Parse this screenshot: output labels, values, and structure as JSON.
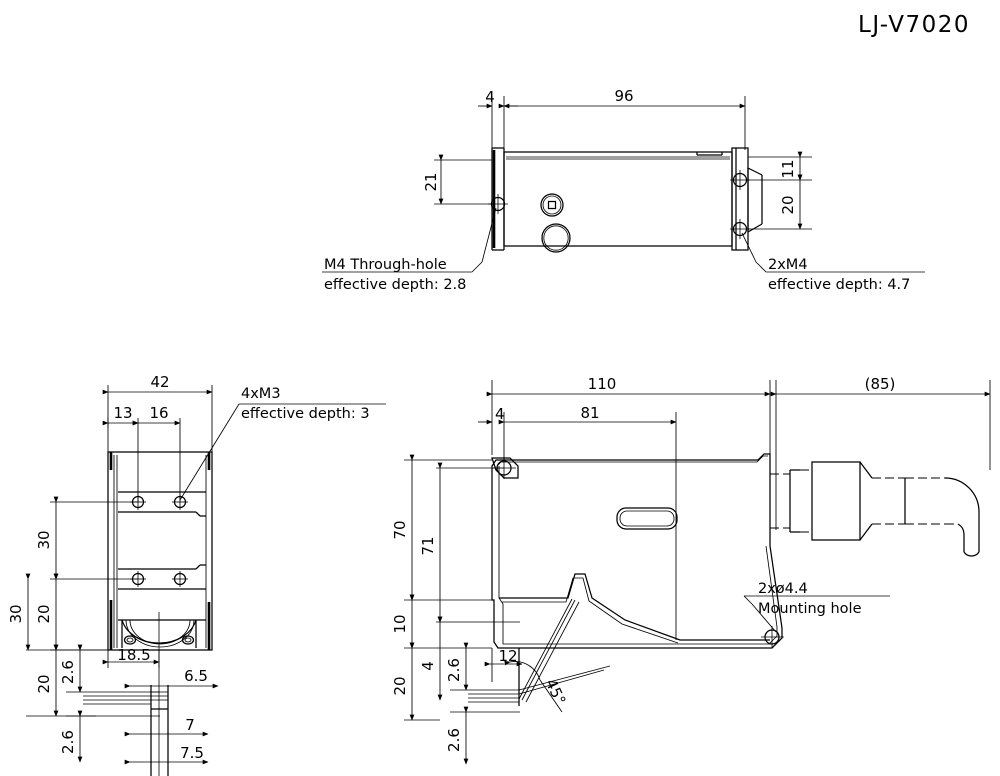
{
  "document": {
    "title": "LJ-V7020",
    "type": "technical-dimension-drawing",
    "units": "mm",
    "background_color": "#ffffff",
    "line_color": "#000000"
  },
  "views": {
    "top": {
      "name": "top-view",
      "dimensions": {
        "front_offset": "4",
        "body_length": "96",
        "left_hole_offset": "21",
        "right_hole_offset_upper": "11",
        "right_hole_spacing": "20"
      },
      "notes": [
        {
          "line1": "M4 Through-hole",
          "line2": "effective depth: 2.8"
        },
        {
          "line1": "2xM4",
          "line2": "effective depth: 4.7"
        }
      ]
    },
    "front": {
      "name": "front-view",
      "dimensions": {
        "width": "42",
        "hole_x_1": "13",
        "hole_x_2": "16",
        "hole_y_upper": "30",
        "hole_y_lower": "20",
        "total_left": "30",
        "lower_left": "20",
        "thickness_a": "2.6",
        "thickness_b": "2.6",
        "window_width": "18.5",
        "beam_a": "6.5",
        "beam_b": "7",
        "beam_c": "7.5"
      },
      "notes": [
        {
          "line1": "4xM3",
          "line2": "effective depth: 3"
        }
      ]
    },
    "side": {
      "name": "side-view",
      "dimensions": {
        "body_depth": "110",
        "cable_length": "(85)",
        "front_offset": "4",
        "body_inner": "81",
        "height_total": "70",
        "height_body": "71",
        "base_to_body": "10",
        "base_drop": "20",
        "offset_4": "4",
        "thickness_a": "2.6",
        "thickness_b": "2.6",
        "beam_offset": "12",
        "beam_angle": "45°"
      },
      "notes": [
        {
          "line1": "2xø4.4",
          "line2": "Mounting hole"
        }
      ]
    }
  }
}
